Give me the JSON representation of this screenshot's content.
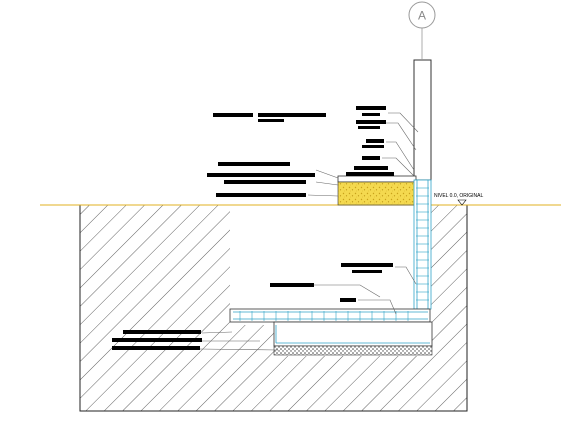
{
  "drawing": {
    "axis_marker": "A",
    "ground_level_label": "NIVEL 0.0, ORIGINAL",
    "colors": {
      "ground_line": "#e0b020",
      "hatch": "#333333",
      "rebar": "#2fa3c8",
      "sand_fill": "#f2d54a",
      "axis_grey": "#999999",
      "label_black": "#000000"
    },
    "redacted_labels_left": 10,
    "redacted_labels_right": 9
  }
}
